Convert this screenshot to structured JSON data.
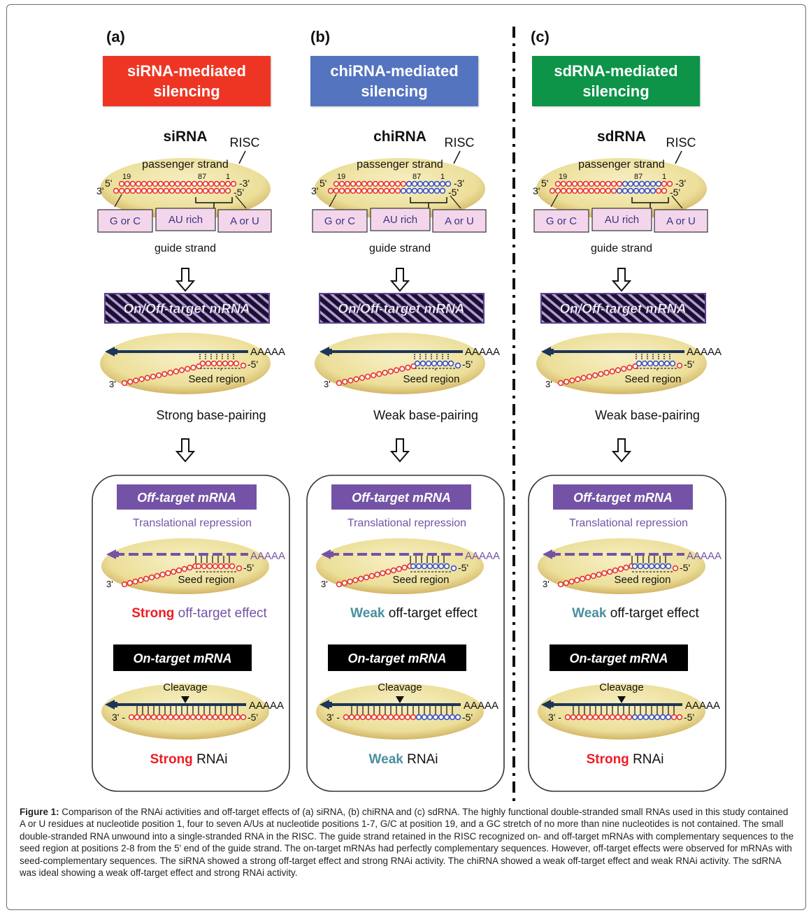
{
  "figure": {
    "caption_label": "Figure 1:",
    "caption_text": " Comparison of the RNAi activities and off-target effects of (a) siRNA, (b) chiRNA and (c) sdRNA. The highly functional double-stranded small RNAs used in this study contained A or U residues at nucleotide position 1, four to seven A/Us at nucleotide positions 1-7, G/C at position 19, and a GC stretch of no more than nine nucleotides is not contained. The small double-stranded RNA unwound into a single-stranded RNA in the RISC. The guide strand retained in the RISC recognized on- and off-target mRNAs with complementary sequences to the seed region at positions 2-8 from the 5' end of the guide strand. The on-target mRNAs had perfectly complementary sequences. However, off-target effects were observed for mRNAs with seed-complementary sequences. The siRNA showed a strong off-target effect and strong RNAi activity. The chiRNA showed a weak off-target effect and weak RNAi activity. The sdRNA was ideal showing a weak off-target effect and strong RNAi activity."
  },
  "colors": {
    "sirna_title": "#ee3524",
    "chirna_title": "#5474c0",
    "sdrna_title": "#0d9448",
    "rna_red": "#e8322d",
    "dna_blue": "#3a4fc0",
    "risc_fill": "#ecdf9a",
    "mrna_navy": "#1c3559",
    "offtarget_purple": "#7453a6",
    "strong_red": "#ee1c24",
    "weak_teal": "#4a8fa0",
    "feature_box": "#f4d6ec"
  },
  "shared": {
    "risc_label": "RISC",
    "passenger_label": "passenger strand",
    "guide_label": "guide strand",
    "pos_19": "19",
    "pos_87": "87",
    "pos_1": "1",
    "five_prime": "5'",
    "three_prime": "3'",
    "end_3": "-3'",
    "end_5": "-5'",
    "feature_gc": "G or C",
    "feature_au": "AU rich",
    "feature_aoru": "A or U",
    "target_banner": "On/Off-target mRNA",
    "polya": "AAAAA",
    "seed_region": "Seed region",
    "offtarget_banner": "Off-target mRNA",
    "translational_repression": "Translational repression",
    "ontarget_banner": "On-target mRNA",
    "cleavage": "Cleavage",
    "offtarget_effect": "off-target effect",
    "rnai": "RNAi"
  },
  "panels": [
    {
      "letter": "(a)",
      "title": "siRNA-mediated silencing",
      "molecule": "siRNA",
      "duplex_pattern": "all-rna",
      "pairing": "Strong base-pairing",
      "offtarget_strength": "Strong",
      "rnai_strength": "Strong"
    },
    {
      "letter": "(b)",
      "title": "chiRNA-mediated silencing",
      "molecule": "chiRNA",
      "duplex_pattern": "dna-5prime-end",
      "pairing": "Weak base-pairing",
      "offtarget_strength": "Weak",
      "rnai_strength": "Weak"
    },
    {
      "letter": "(c)",
      "title": "sdRNA-mediated silencing",
      "molecule": "sdRNA",
      "duplex_pattern": "dna-seed-only",
      "pairing": "Weak base-pairing",
      "offtarget_strength": "Weak",
      "rnai_strength": "Strong"
    }
  ]
}
